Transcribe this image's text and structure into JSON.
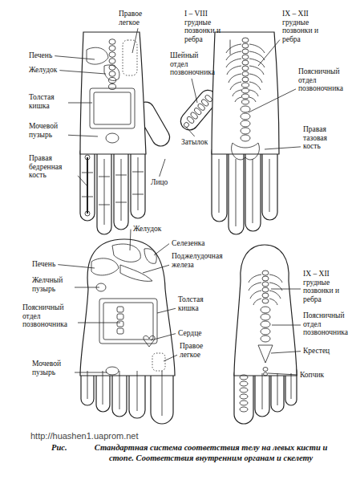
{
  "diagram": {
    "caption": "Стандартная система соответствия телу на левых кисти и стопе. Соответствия внутренним органам и скелету",
    "labels": [
      "Правое легкое",
      "Печень",
      "Желудок",
      "Толстая кишка",
      "Мочевой пузырь",
      "Правая бедренная кость",
      "Лицо",
      "I – VIII грудные позвонки и ребра",
      "IX – XII грудные позвонки и ребра",
      "Шейный отдел позвоночника",
      "Поясничный отдел позвоночника",
      "Правая тазовая кость",
      "Затылок",
      "Желудок",
      "Селезенка",
      "Печень",
      "Поджелудочная железа",
      "Желчный пузырь",
      "Толстая кишка",
      "Поясничный отдел позвоночника",
      "Сердце",
      "Правое легкое",
      "Мочевой пузырь",
      "IX – XII грудные позвонки и ребра",
      "Поясничный отдел позвоночника",
      "Крестец",
      "Копчик",
      "http://huashen1.uaprom.net",
      "Рис."
    ]
  }
}
